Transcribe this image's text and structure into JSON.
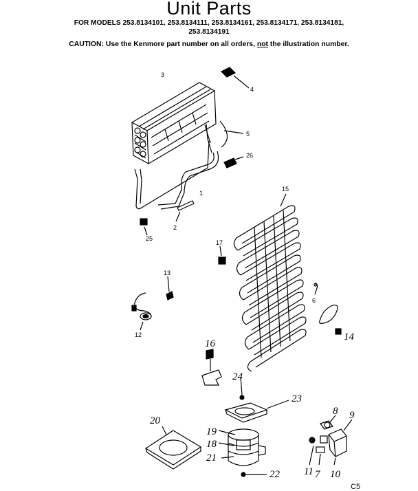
{
  "header": {
    "title": "Unit Parts",
    "models_line1": "FOR MODELS 253.8134101, 253.8134111, 253.8134161, 253.8134171, 253.8134181,",
    "models_line2": "253.8134191",
    "caution_prefix": "CAUTION: Use the Kenmore part number on all orders, ",
    "caution_not": "not",
    "caution_suffix": " the illustration number."
  },
  "callouts": {
    "p1": "1",
    "p2": "2",
    "p3": "3",
    "p4": "4",
    "p5": "5",
    "p6": "6",
    "p7": "7",
    "p8": "8",
    "p9": "9",
    "p10": "10",
    "p11": "11",
    "p12": "12",
    "p13": "13",
    "p14": "14",
    "p15": "15",
    "p16": "16",
    "p17": "17",
    "p18": "18",
    "p19": "19",
    "p20": "20",
    "p21": "21",
    "p22": "22",
    "p23": "23",
    "p24": "24",
    "p25": "25",
    "p26": "26"
  },
  "footer": {
    "code": "C5"
  }
}
